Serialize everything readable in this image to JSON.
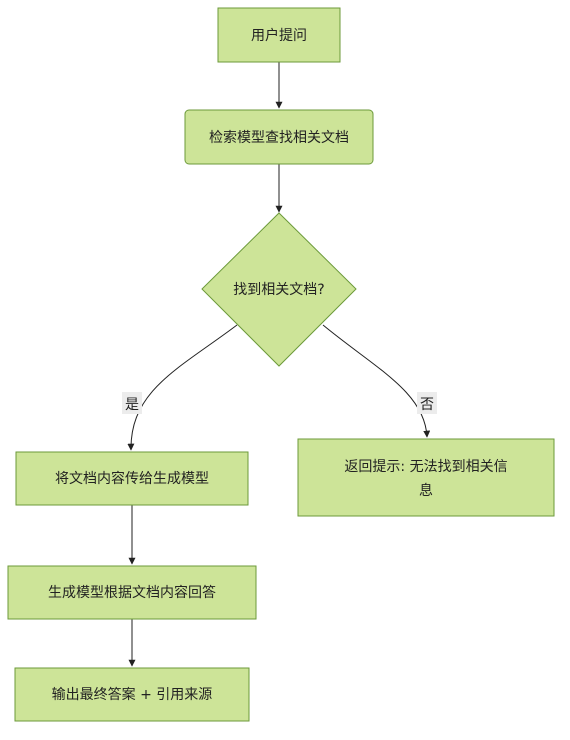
{
  "nodes": {
    "user_question": "用户提问",
    "retrieve": "检索模型查找相关文档",
    "decision": "找到相关文档?",
    "pass_docs": "将文档内容传给生成模型",
    "no_docs_line1": "返回提示: 无法找到相关信",
    "no_docs_line2": "息",
    "generate": "生成模型根据文档内容回答",
    "output": "输出最终答案 + 引用来源"
  },
  "edges": {
    "yes_label": "是",
    "no_label": "否"
  },
  "colors": {
    "node_fill": "#cde498",
    "node_stroke": "#6c9a3a",
    "edge": "#222222",
    "label_bg": "#ececec"
  }
}
